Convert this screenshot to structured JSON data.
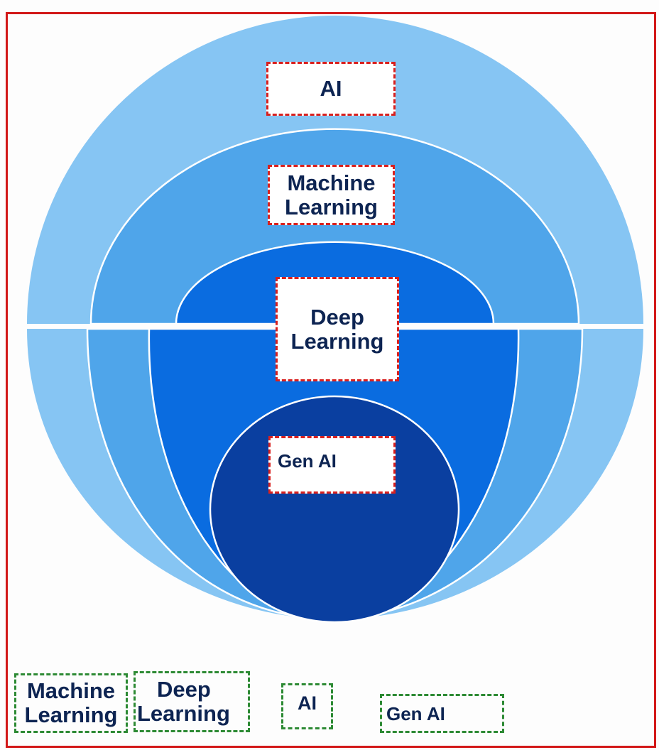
{
  "diagram": {
    "title": "AI nested layers",
    "layers": [
      {
        "label": "AI",
        "color": "#86c5f3"
      },
      {
        "label": "Machine Learning",
        "color": "#4fa5ea"
      },
      {
        "label": "Deep Learning",
        "color": "#0a6ce0"
      },
      {
        "label": "Gen AI",
        "color": "#0a3fa0"
      }
    ]
  },
  "labels": {
    "ai": "AI",
    "ml_line1": "Machine",
    "ml_line2": "Learning",
    "dl_line1": "Deep",
    "dl_line2": "Learning",
    "genai": "Gen AI"
  },
  "legend_tiles": {
    "ml_line1": "Machine",
    "ml_line2": "Learning",
    "dl_line1": "Deep",
    "dl_line2": "Learning",
    "ai": "AI",
    "genai": "Gen AI"
  },
  "colors": {
    "frame": "#d21818",
    "label_border": "#d9201e",
    "tile_border": "#2d8a34",
    "text": "#0d2452"
  }
}
